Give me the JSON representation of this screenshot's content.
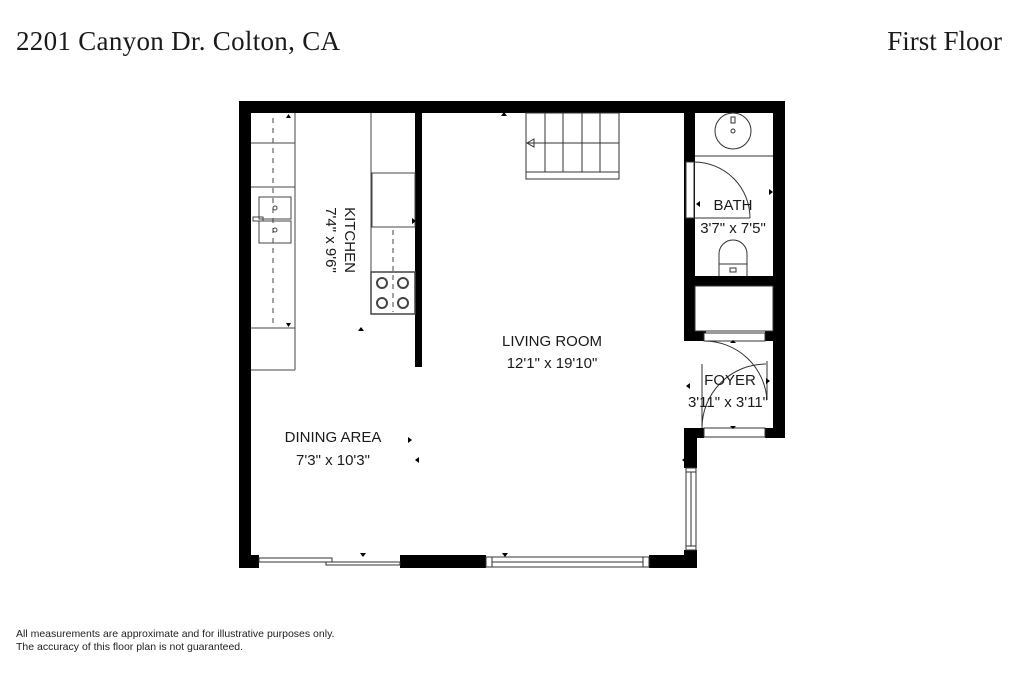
{
  "header": {
    "address": "2201 Canyon Dr. Colton, CA",
    "floor": "First Floor"
  },
  "rooms": {
    "kitchen": {
      "name": "KITCHEN",
      "dims": "7'4\" x 9'6\""
    },
    "living_room": {
      "name": "LIVING ROOM",
      "dims": "12'1\" x 19'10\""
    },
    "dining_area": {
      "name": "DINING AREA",
      "dims": "7'3\" x 10'3\""
    },
    "bath": {
      "name": "BATH",
      "dims": "3'7\" x 7'5\""
    },
    "foyer": {
      "name": "FOYER",
      "dims": "3'11\" x 3'11\""
    }
  },
  "footer": {
    "line1": "All measurements are approximate and for illustrative purposes only.",
    "line2": "The accuracy of this floor plan is not guaranteed."
  },
  "colors": {
    "wall": "#000000",
    "line": "#333333",
    "background": "#ffffff"
  }
}
